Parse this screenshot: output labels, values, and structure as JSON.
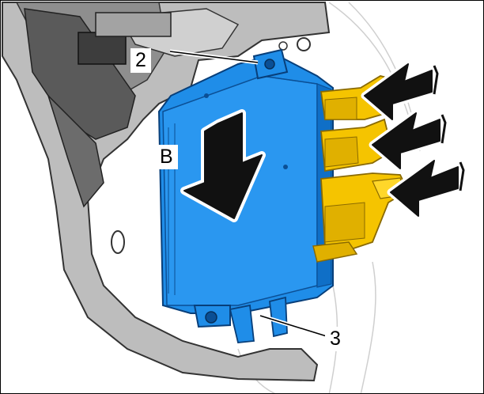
{
  "callouts": {
    "c2": "2",
    "cB": "B",
    "c3": "3"
  },
  "colors": {
    "module_blue": "#1f8de8",
    "module_blue_dark": "#0a5fb4",
    "connector_yellow": "#f5c400",
    "connector_yellow_dark": "#c99600",
    "bracket_gray": "#b8b8b8",
    "bracket_dark": "#4a4a4a",
    "arrow": "#111111"
  },
  "icons": [
    "arrow-down-icon",
    "arrow-left-icon"
  ]
}
